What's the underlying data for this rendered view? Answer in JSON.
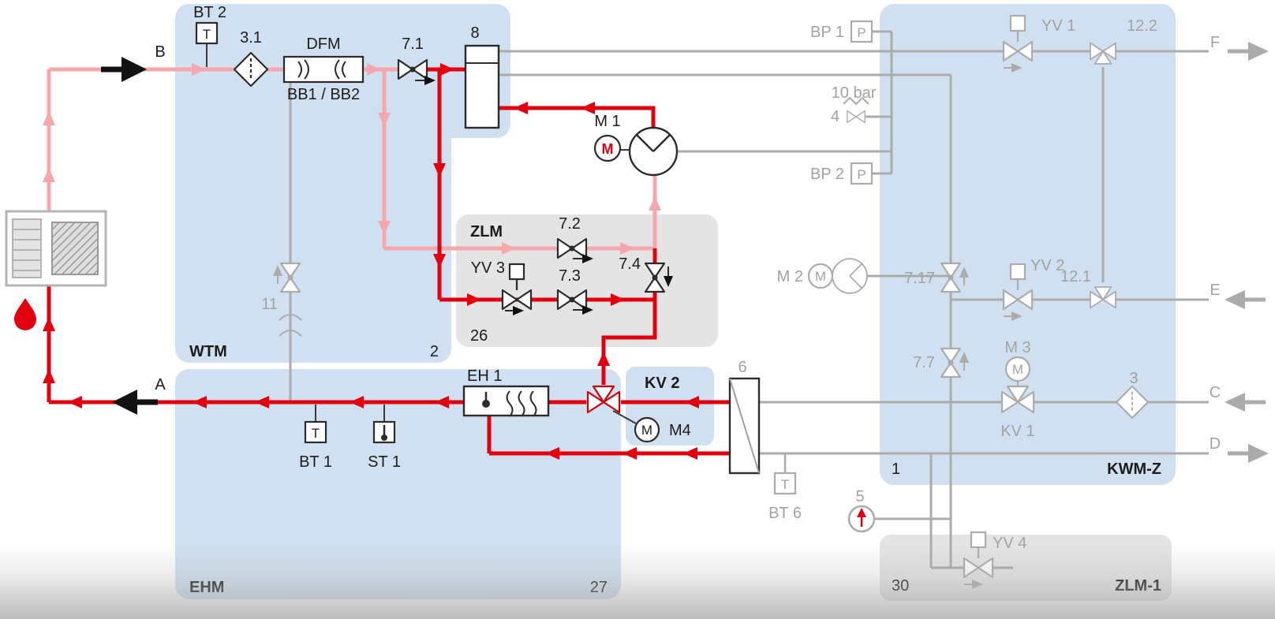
{
  "modules": {
    "wtm": {
      "name": "WTM",
      "num": "2"
    },
    "ehm": {
      "name": "EHM",
      "num": "27"
    },
    "zlm": {
      "name": "ZLM",
      "num": "26"
    },
    "kv2": {
      "name": "KV 2"
    },
    "kwmz": {
      "name": "KWM-Z",
      "num": "1"
    },
    "zlm1": {
      "name": "ZLM-1",
      "num": "30"
    }
  },
  "ports": {
    "a": "A",
    "b": "B",
    "c": "C",
    "d": "D",
    "e": "E",
    "f": "F"
  },
  "sensors": {
    "bt1": "BT 1",
    "bt2": "BT 2",
    "bt6": "BT 6",
    "st1": "ST 1",
    "bp1": "BP 1",
    "bp2": "BP 2"
  },
  "valves": {
    "v71": "7.1",
    "v72": "7.2",
    "v73": "7.3",
    "v74": "7.4",
    "v77": "7.7",
    "v717": "7.17",
    "v11": "11",
    "v121": "12.1",
    "v122": "12.2",
    "yv1": "YV 1",
    "yv2": "YV 2",
    "yv3": "YV 3",
    "yv4": "YV 4",
    "kv1": "KV 1"
  },
  "equipment": {
    "filter31": "3.1",
    "filter3": "3",
    "dfm": "DFM",
    "dfmSub": "BB1 / BB2",
    "vessel8": "8",
    "hx6": "6",
    "eh1": "EH 1",
    "m1": "M 1",
    "m2": "M 2",
    "m3": "M 3",
    "m4": "M4",
    "sv4": "4",
    "tenbar": "10 bar",
    "gauge5": "5"
  },
  "glyphs": {
    "t": "T",
    "p": "P",
    "m": "M"
  },
  "colors": {
    "flow_hot": "#e2000f",
    "flow_warm": "#f4a7ad",
    "inactive_line": "#ababab",
    "module_active": "#d0e0f0",
    "module_inactive": "#e4e4e4"
  }
}
